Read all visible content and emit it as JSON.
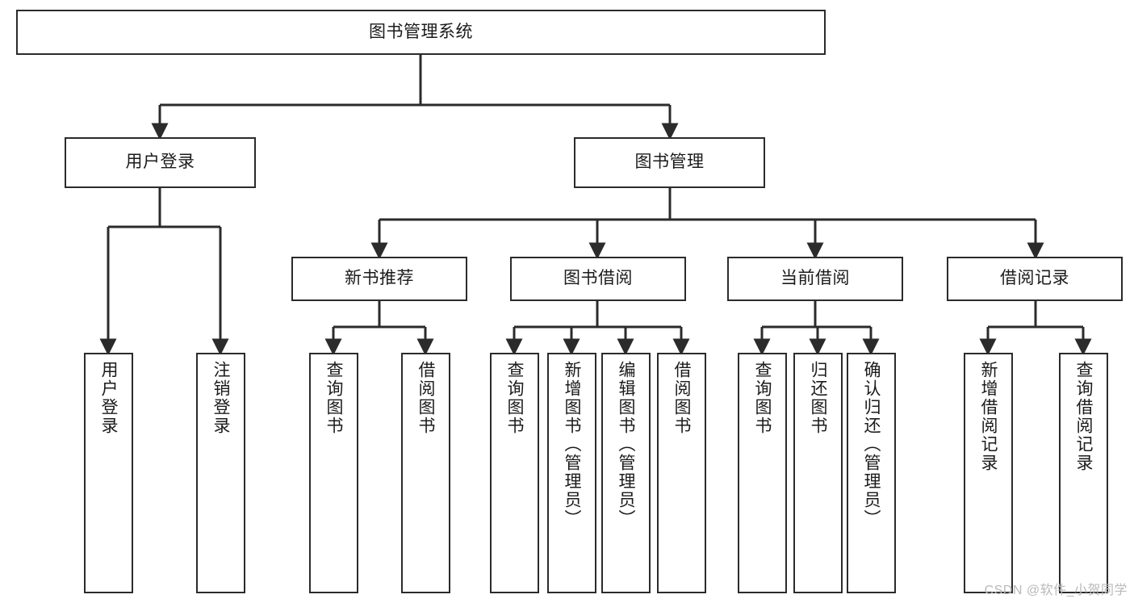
{
  "diagram": {
    "type": "tree",
    "title": "图书管理系统",
    "orientation": "top-down",
    "colors": {
      "box_border": "#2b2b2b",
      "box_fill": "#ffffff",
      "connector": "#2b2b2b",
      "text": "#1b1b1b",
      "watermark": "#b9b9b9",
      "background": "#ffffff"
    },
    "nodes": {
      "root": {
        "label": "图书管理系统"
      },
      "level2": [
        {
          "id": "user-login",
          "label": "用户登录"
        },
        {
          "id": "book-management",
          "label": "图书管理"
        }
      ],
      "level3": [
        {
          "id": "new-book-recommend",
          "label": "新书推荐"
        },
        {
          "id": "book-borrow",
          "label": "图书借阅"
        },
        {
          "id": "current-borrow",
          "label": "当前借阅"
        },
        {
          "id": "borrow-record",
          "label": "借阅记录"
        }
      ],
      "leaves": {
        "user-login": [
          {
            "id": "leaf-user-login",
            "label": "用户登录"
          },
          {
            "id": "leaf-logout-login",
            "label": "注销登录"
          }
        ],
        "new-book-recommend": [
          {
            "id": "leaf-query-book-1",
            "label": "查询图书"
          },
          {
            "id": "leaf-borrow-book-1",
            "label": "借阅图书"
          }
        ],
        "book-borrow": [
          {
            "id": "leaf-query-book-2",
            "label": "查询图书"
          },
          {
            "id": "leaf-add-book",
            "label": "新增图书（管理员）"
          },
          {
            "id": "leaf-edit-book",
            "label": "编辑图书（管理员）"
          },
          {
            "id": "leaf-borrow-book-2",
            "label": "借阅图书"
          }
        ],
        "current-borrow": [
          {
            "id": "leaf-query-book-3",
            "label": "查询图书"
          },
          {
            "id": "leaf-return-book",
            "label": "归还图书"
          },
          {
            "id": "leaf-confirm-return",
            "label": "确认归还（管理员）"
          }
        ],
        "borrow-record": [
          {
            "id": "leaf-add-record",
            "label": "新增借阅记录"
          },
          {
            "id": "leaf-query-record",
            "label": "查询借阅记录"
          }
        ]
      }
    },
    "watermark": "CSDN @软件_小贺同学"
  }
}
